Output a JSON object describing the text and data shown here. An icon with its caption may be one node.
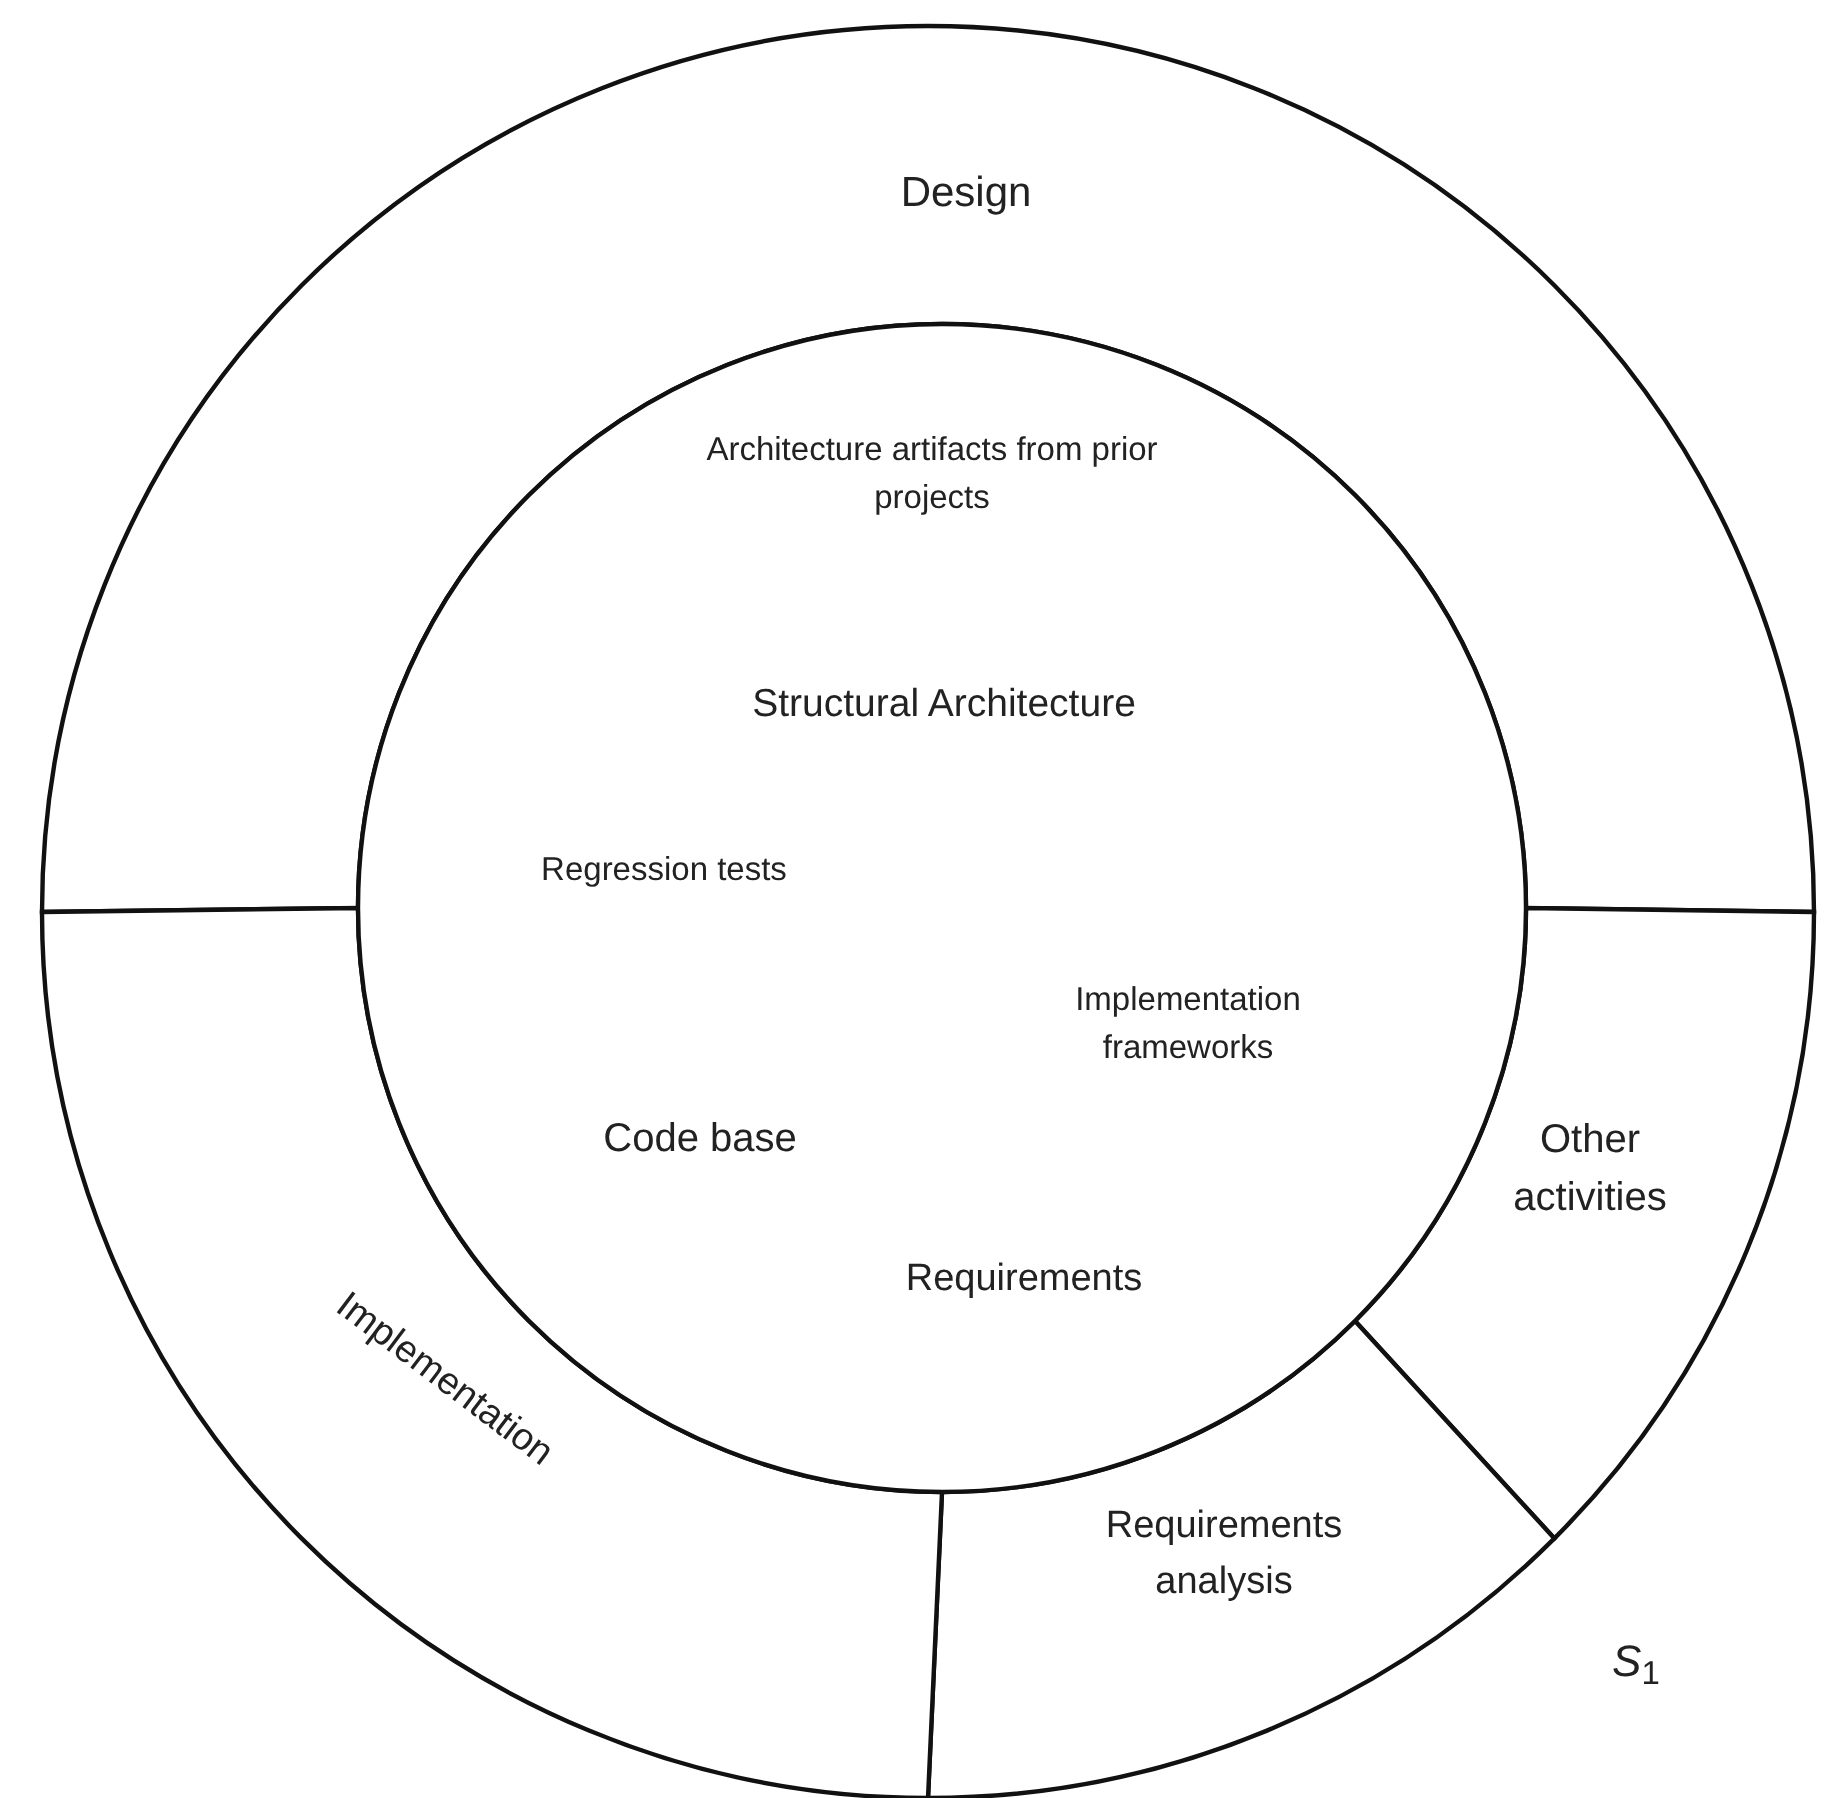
{
  "diagram": {
    "nodes": [
      {
        "text": [
          "Design"
        ]
      },
      {
        "text": [
          "Other activities"
        ]
      },
      {
        "text": [
          "Requirements analysis"
        ]
      },
      {
        "text": [
          "Implementation"
        ]
      },
      {
        "text": [
          "Architecture artifacts from prior projects",
          "Structural Architecture",
          "Regression tests",
          "Implementation frameworks",
          "Code base",
          "Requirements"
        ]
      }
    ],
    "labels": [
      "*S*$_{1}$"
    ]
  }
}
